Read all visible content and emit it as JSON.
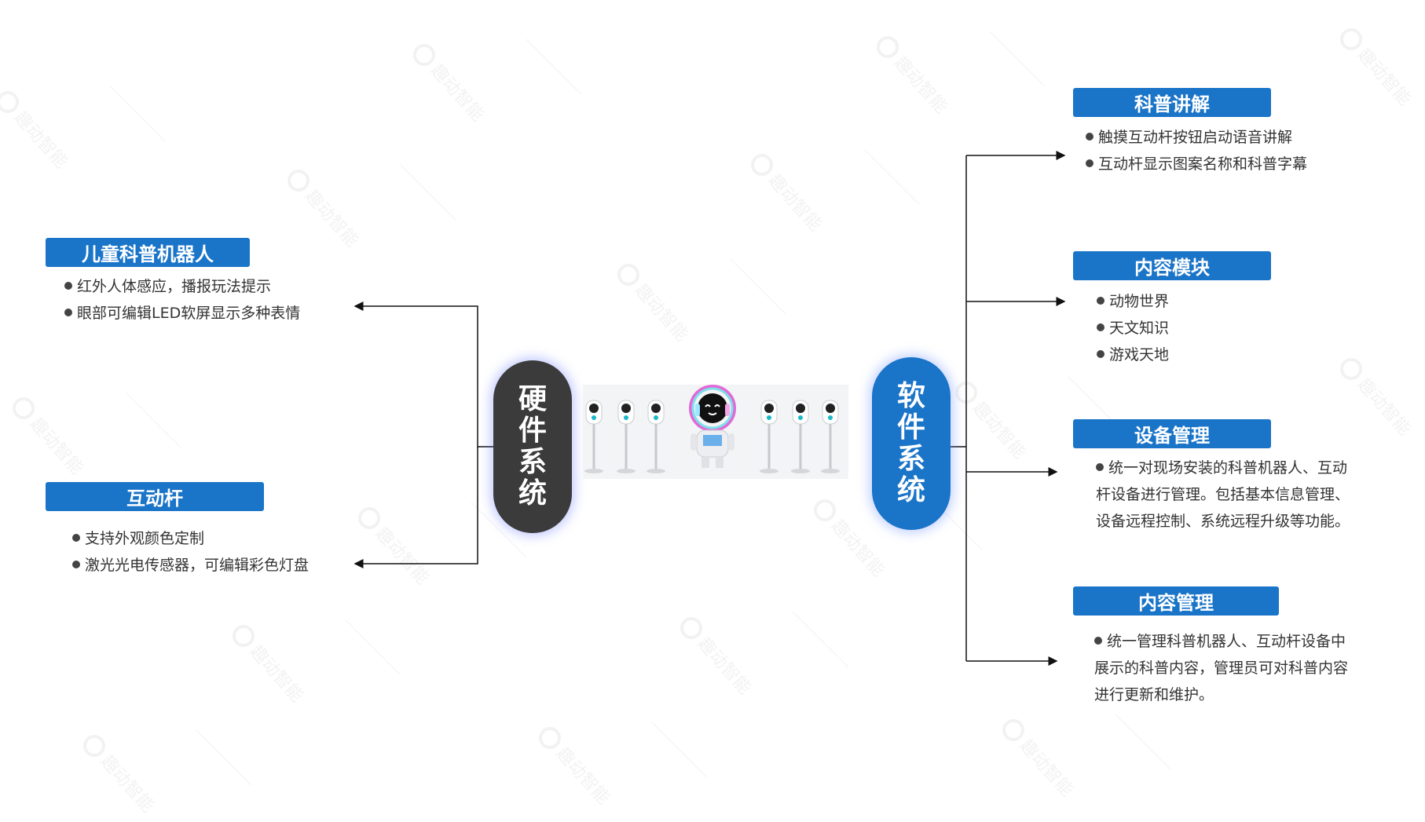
{
  "hardware": {
    "label_chars": [
      "硬",
      "件",
      "系",
      "统"
    ],
    "robot": {
      "title": "儿童科普机器人",
      "items": [
        "红外人体感应，播报玩法提示",
        "眼部可编辑LED软屏显示多种表情"
      ]
    },
    "pole": {
      "title": "互动杆",
      "items": [
        "支持外观颜色定制",
        "激光光电传感器，可编辑彩色灯盘"
      ]
    }
  },
  "software": {
    "label_chars": [
      "软",
      "件",
      "系",
      "统"
    ],
    "explain": {
      "title": "科普讲解",
      "items": [
        "触摸互动杆按钮启动语音讲解",
        "互动杆显示图案名称和科普字幕"
      ]
    },
    "content_module": {
      "title": "内容模块",
      "items": [
        "动物世界",
        "天文知识",
        "游戏天地"
      ]
    },
    "device_mgmt": {
      "title": "设备管理",
      "text": "统一对现场安装的科普机器人、互动杆设备进行管理。包括基本信息管理、设备远程控制、系统远程升级等功能。"
    },
    "content_mgmt": {
      "title": "内容管理",
      "text": "统一管理科普机器人、互动杆设备中展示的科普内容，管理员可对科普内容进行更新和维护。"
    }
  },
  "watermark": "趣动智能",
  "colors": {
    "accent": "#1a74c8",
    "dark_pill": "#3b3b3b",
    "text": "#333333",
    "glow": "#6a7dff"
  }
}
